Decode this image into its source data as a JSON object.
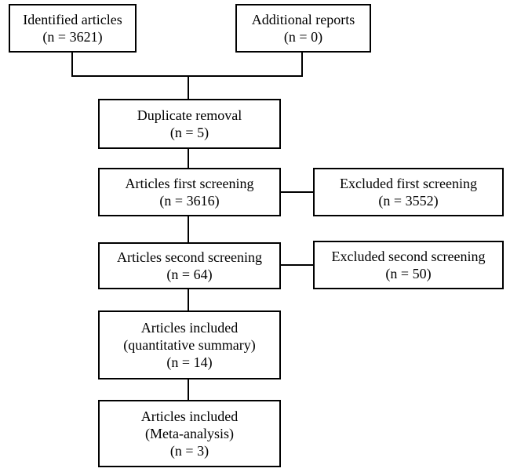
{
  "boxes": {
    "identified": {
      "lines": [
        "Identified articles",
        "(n = 3621)"
      ]
    },
    "additional": {
      "lines": [
        "Additional reports",
        "(n = 0)"
      ]
    },
    "duplicate": {
      "lines": [
        "Duplicate removal",
        "(n = 5)"
      ]
    },
    "first_screening": {
      "lines": [
        "Articles first screening",
        "(n = 3616)"
      ]
    },
    "excluded_first": {
      "lines": [
        "Excluded first screening",
        "(n = 3552)"
      ]
    },
    "second_screening": {
      "lines": [
        "Articles second screening",
        "(n = 64)"
      ]
    },
    "excluded_second": {
      "lines": [
        "Excluded second screening",
        "(n = 50)"
      ]
    },
    "included_quant": {
      "lines": [
        "Articles included",
        "(quantitative summary)",
        "(n = 14)"
      ]
    },
    "included_meta": {
      "lines": [
        "Articles included",
        "(Meta-analysis)",
        "(n = 3)"
      ]
    }
  }
}
